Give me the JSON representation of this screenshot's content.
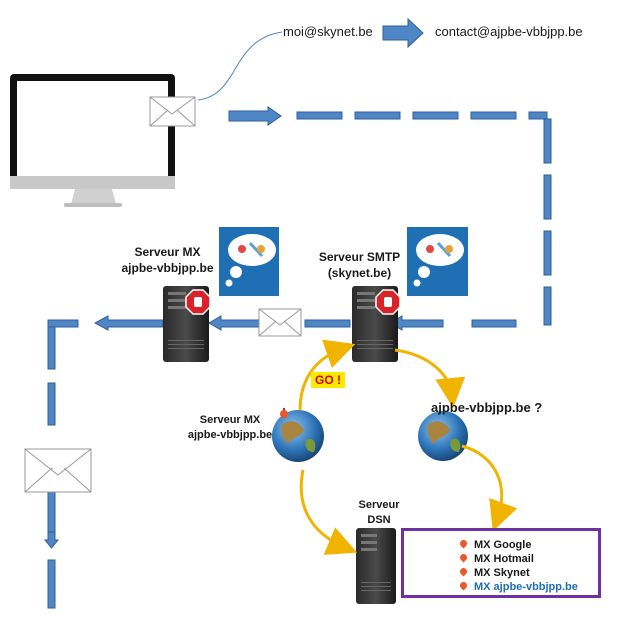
{
  "emails": {
    "from": "moi@skynet.be",
    "to": "contact@ajpbe-vbbjpp.be"
  },
  "mx_server": {
    "title": "Serveur MX",
    "domain": "ajpbe-vbbjpp.be"
  },
  "smtp_server": {
    "title": "Serveur SMTP",
    "domain": "(skynet.be)"
  },
  "mx_globe": {
    "title": "Serveur MX",
    "domain": "ajpbe-vbbjpp.be"
  },
  "query_label": "ajpbe-vbbjpp.be ?",
  "go_label": "GO !",
  "dns_server": {
    "title": "Serveur",
    "subtitle": "DSN"
  },
  "mx_records": [
    {
      "label": "MX Google",
      "highlight": false
    },
    {
      "label": "MX Hotmail",
      "highlight": false
    },
    {
      "label": "MX Skynet",
      "highlight": false
    },
    {
      "label": "MX ajpbe-vbbjpp.be",
      "highlight": true
    }
  ],
  "colors": {
    "flow_blue": "#4f86c6",
    "flow_outline": "#2e5f9a",
    "curve_yellow": "#f0b400",
    "mx_box_border": "#7030a0",
    "highlight_text": "#1f6fb5",
    "stop_red": "#d8232a"
  }
}
